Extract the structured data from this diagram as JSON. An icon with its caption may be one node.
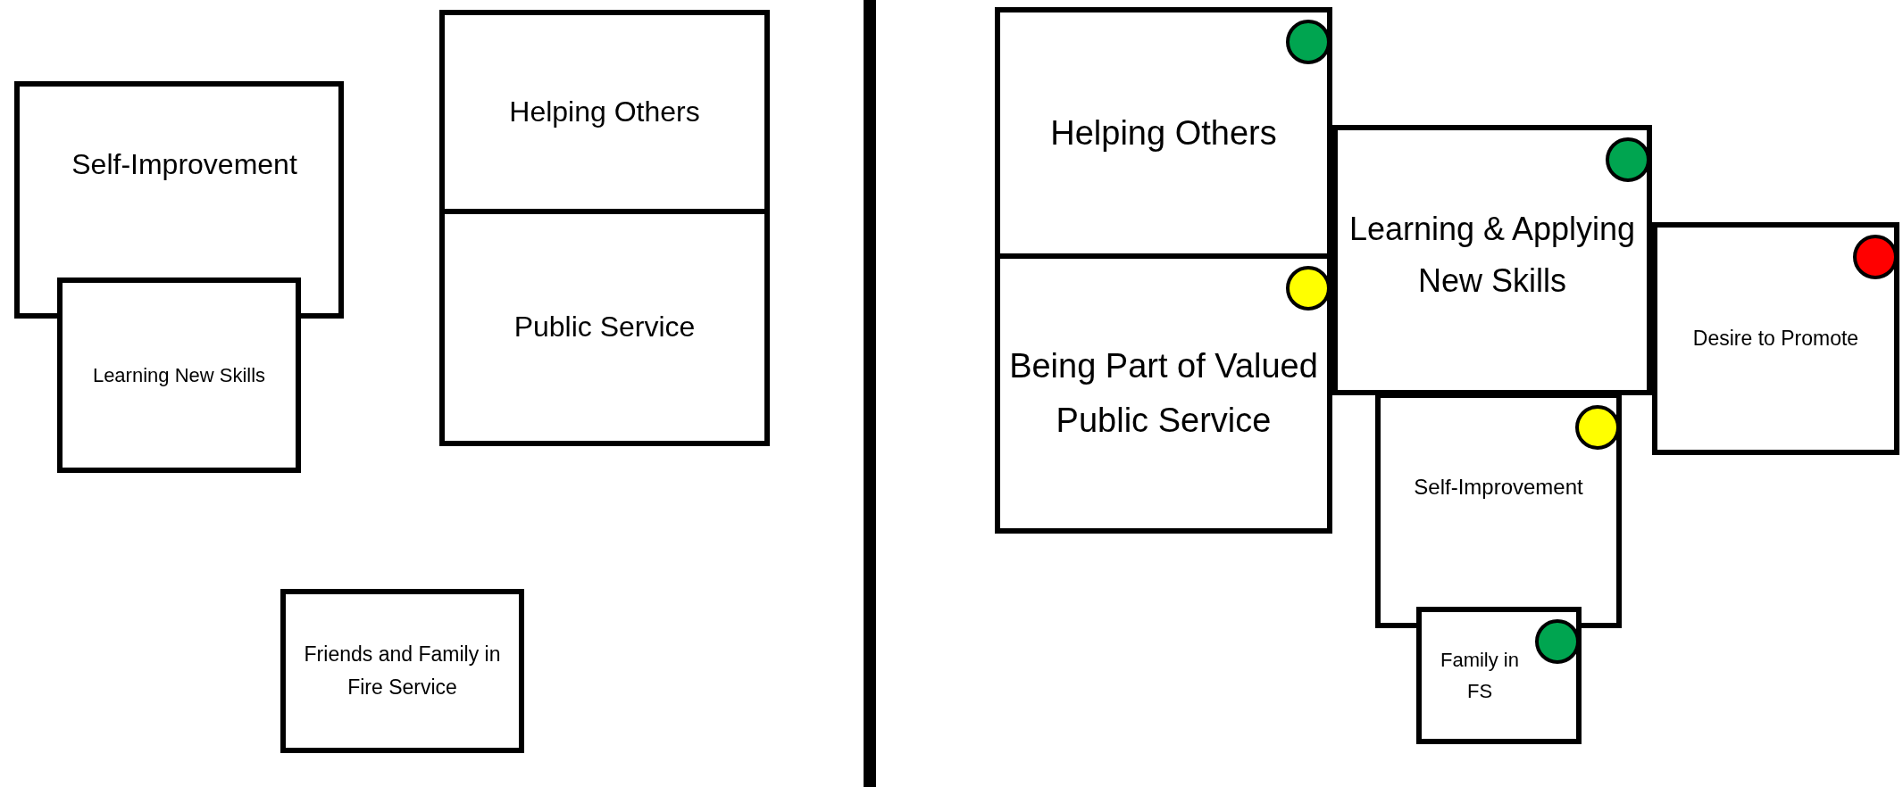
{
  "diagram": {
    "nodes": [
      {
        "text": [
          "Self-Improvement"
        ]
      },
      {
        "text": [
          "Learning New Skills"
        ]
      },
      {
        "text": [
          "Helping Others"
        ]
      },
      {
        "text": [
          "Public Service"
        ]
      },
      {
        "text": [
          "Friends and Family in Fire Service"
        ]
      },
      {
        "text": [
          "Helping Others"
        ]
      },
      {
        "text": [
          "Being Part of Valued Public Service"
        ]
      },
      {
        "text": [
          "Learning & Applying New Skills"
        ]
      },
      {
        "text": [
          "Desire to Promote"
        ]
      },
      {
        "text": [
          "Self-Improvement"
        ]
      },
      {
        "text": [
          "Family in FS"
        ]
      }
    ]
  }
}
